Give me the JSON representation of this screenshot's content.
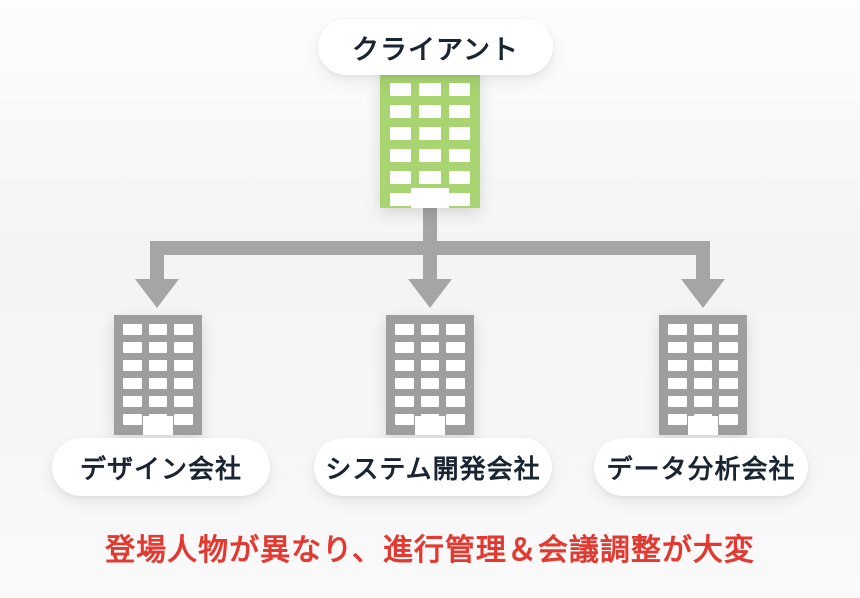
{
  "diagram": {
    "client": {
      "label": "クライアント",
      "icon": "office-building-icon",
      "building_color": "#a8d471"
    },
    "companies": [
      {
        "label": "デザイン会社",
        "icon": "office-building-icon",
        "building_color": "#9e9e9e"
      },
      {
        "label": "システム開発会社",
        "icon": "office-building-icon",
        "building_color": "#9e9e9e"
      },
      {
        "label": "データ分析会社",
        "icon": "office-building-icon",
        "building_color": "#9e9e9e"
      }
    ],
    "note": {
      "text": "登場人物が異なり、進行管理＆会議調整が大変"
    }
  },
  "colors": {
    "client_building": "#a8d471",
    "company_building": "#9e9e9e",
    "connector": "#a5a5a5",
    "pill_background": "#ffffff",
    "label_text": "#1a2533",
    "note_text": "#e23a31",
    "window": "#ffffff"
  }
}
